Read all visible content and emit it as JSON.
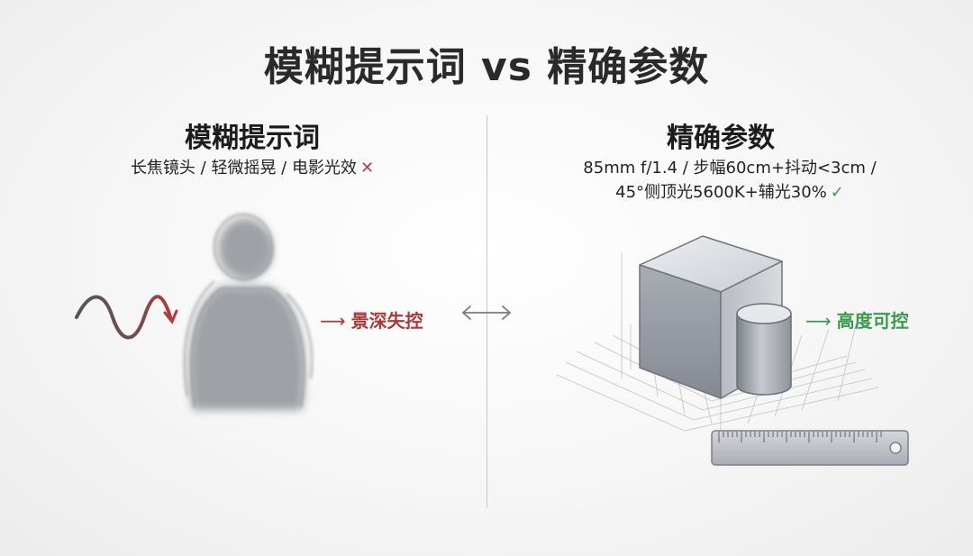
{
  "title": "模糊提示词 vs 精确参数",
  "left": {
    "heading": "模糊提示词",
    "description": "长焦镜头 / 轻微摇晃 / 电影光效",
    "mark": "✕",
    "callout_arrow": "⟶",
    "callout": "景深失控"
  },
  "right": {
    "heading": "精确参数",
    "description_line1": "85mm f/1.4 / 步幅60cm+抖动<3cm /",
    "description_line2": "45°侧顶光5600K+辅光30%",
    "mark": "✓",
    "callout_arrow": "⟶",
    "callout": "高度可控"
  },
  "colors": {
    "negative": "#b84040",
    "positive": "#3c9a4c"
  },
  "icons": [
    "wave-icon",
    "blurred-figure-icon",
    "double-arrow-icon",
    "cube-icon",
    "cylinder-icon",
    "ruler-icon"
  ]
}
